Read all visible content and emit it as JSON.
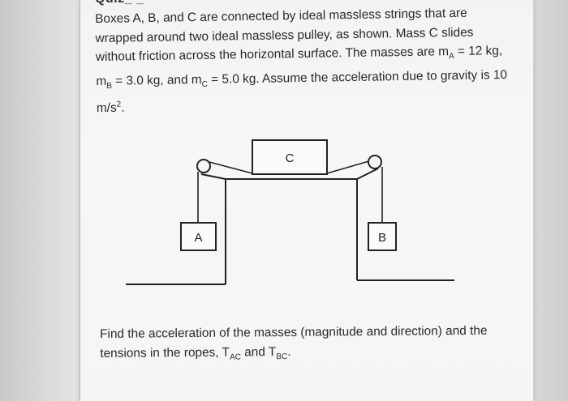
{
  "cut_title": "Quiz_ _",
  "problem": {
    "line1": "Boxes A, B, and C are connected by ideal massless strings that are",
    "line2": "wrapped around two ideal massless pulley, as shown. Mass C slides",
    "line3_pre": "without friction across the horizontal surface. The masses are m",
    "mA_sub": "A",
    "line3_post": " = 12 kg,",
    "line4_mB": "m",
    "mB_sub": "B",
    "line4_mid": " = 3.0 kg, and m",
    "mC_sub": "C",
    "line4_post": " = 5.0 kg. Assume the acceleration due to gravity is 10",
    "line5_pre": "m/s",
    "line5_sup": "2",
    "line5_post": "."
  },
  "diagram": {
    "box_a_label": "A",
    "box_b_label": "B",
    "box_c_label": "C"
  },
  "question": {
    "line1": "Find the acceleration of the masses (magnitude and direction) and the",
    "line2_pre": "tensions in the ropes, T",
    "tac_sub": "AC",
    "line2_mid": " and T",
    "tbc_sub": "BC",
    "line2_post": "."
  }
}
